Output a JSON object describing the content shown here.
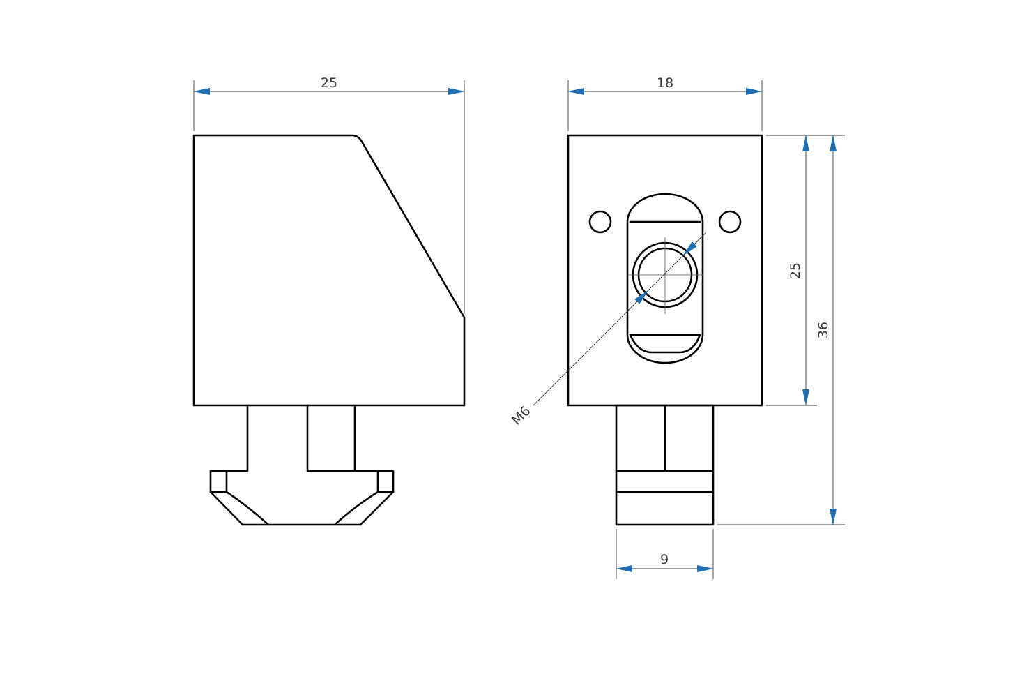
{
  "colors": {
    "outline": "#000000",
    "dimension_line": "#3a3a3a",
    "arrowhead": "#1f6fb2",
    "background": "#ffffff"
  },
  "dimensions": {
    "side_width": "25",
    "front_width": "18",
    "body_height": "25",
    "total_height": "36",
    "tslot_width": "9",
    "thread": "M6"
  }
}
